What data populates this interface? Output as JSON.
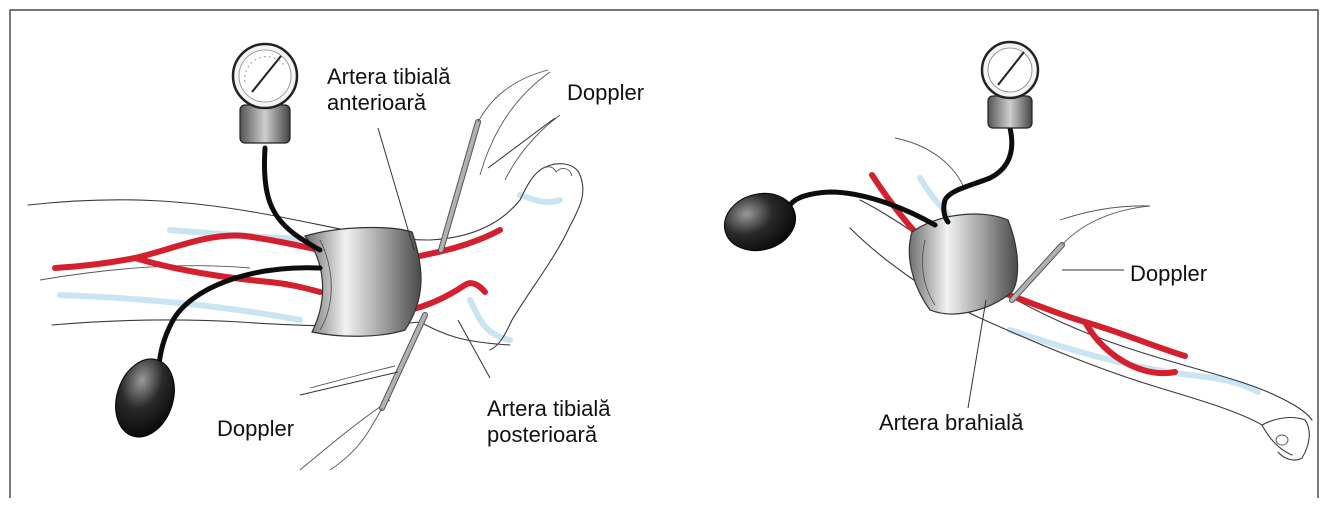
{
  "labels": {
    "anterior_artery_line1": "Artera tibială",
    "anterior_artery_line2": "anterioară",
    "doppler_leg_top": "Doppler",
    "doppler_leg_bottom": "Doppler",
    "posterior_artery_line1": "Artera tibială",
    "posterior_artery_line2": "posterioară",
    "doppler_arm": "Doppler",
    "brachial_artery": "Artera brahială"
  },
  "colors": {
    "artery": "#d4202e",
    "vein": "#c9e4f2",
    "hose": "#0d0d0d",
    "outline": "#3a3a3a"
  }
}
